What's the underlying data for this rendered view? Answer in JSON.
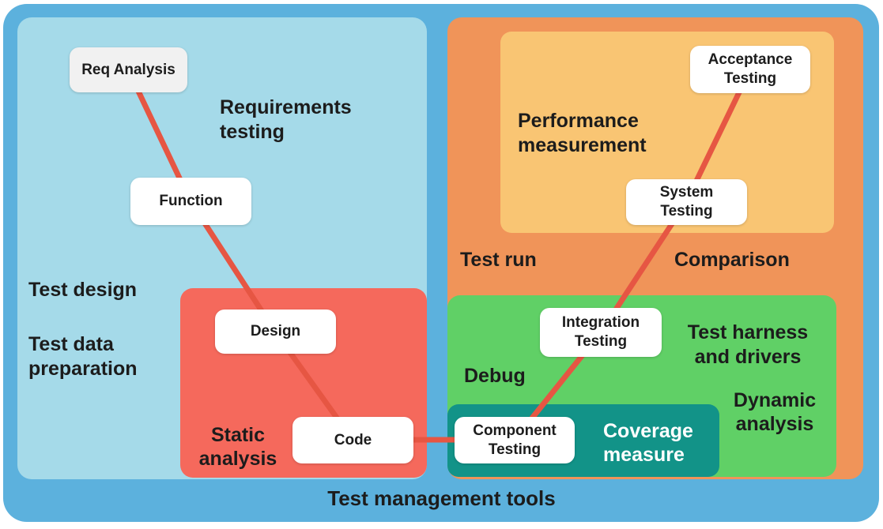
{
  "footer_label": "Test management tools",
  "colors": {
    "outer_blue": "#5cb1dd",
    "left_panel_light_blue": "#a5dae9",
    "static_analysis_red": "#f5695c",
    "test_run_orange": "#f09459",
    "performance_light_orange": "#f9c573",
    "debug_green": "#60d066",
    "coverage_teal": "#129388",
    "connector_red": "#e65643",
    "node_white": "#ffffff",
    "node_gray": "#f1f1f1",
    "text_dark": "#1c1c1c"
  },
  "nodes": {
    "req_analysis": {
      "label": "Req Analysis"
    },
    "function": {
      "label": "Function"
    },
    "design": {
      "label": "Design"
    },
    "code": {
      "label": "Code"
    },
    "component_testing": {
      "line1": "Component",
      "line2": "Testing"
    },
    "integration_testing": {
      "line1": "Integration",
      "line2": "Testing"
    },
    "system_testing": {
      "line1": "System",
      "line2": "Testing"
    },
    "acceptance_testing": {
      "line1": "Acceptance",
      "line2": "Testing"
    }
  },
  "labels": {
    "requirements_testing": {
      "line1": "Requirements",
      "line2": "testing"
    },
    "test_design": {
      "text": "Test design"
    },
    "test_data_preparation": {
      "line1": "Test data",
      "line2": "preparation"
    },
    "static_analysis": {
      "line1": "Static",
      "line2": "analysis"
    },
    "performance_measurement": {
      "line1": "Performance",
      "line2": "measurement"
    },
    "test_run": {
      "text": "Test run"
    },
    "comparison": {
      "text": "Comparison"
    },
    "test_harness": {
      "line1": "Test harness",
      "line2": "and drivers"
    },
    "debug": {
      "text": "Debug"
    },
    "dynamic_analysis": {
      "line1": "Dynamic",
      "line2": "analysis"
    },
    "coverage_measure": {
      "line1": "Coverage",
      "line2": "measure"
    }
  }
}
